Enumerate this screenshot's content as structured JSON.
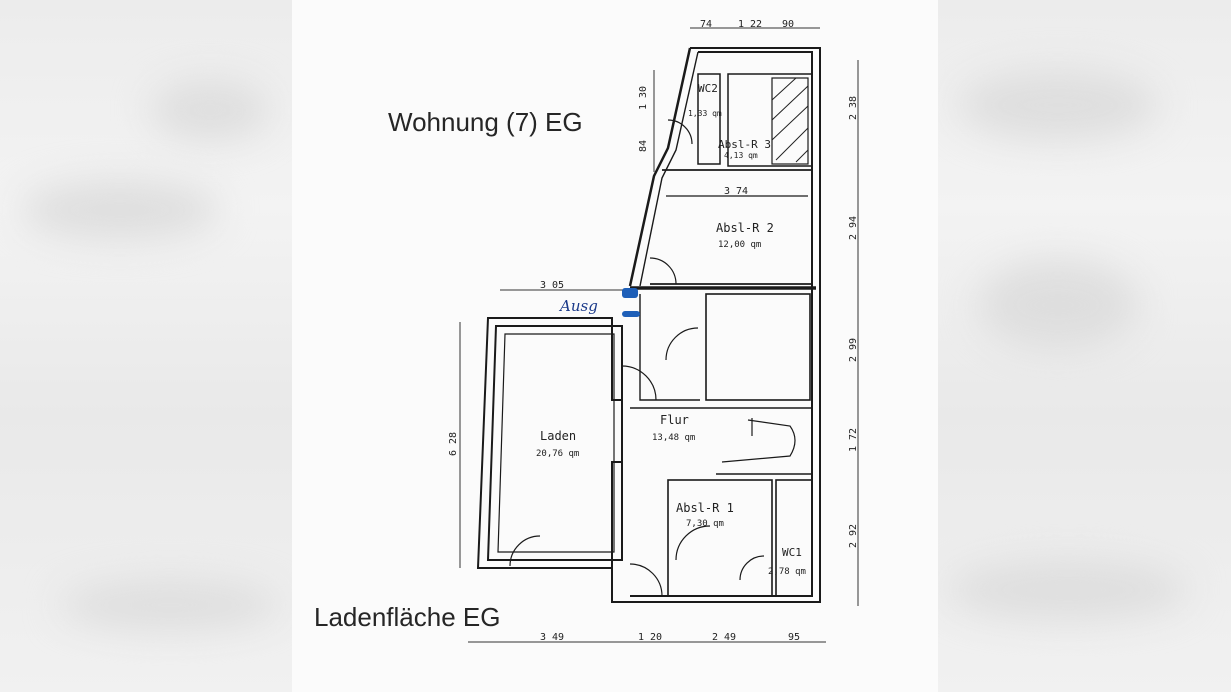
{
  "headings": {
    "apartment": "Wohnung (7) EG",
    "shop": "Ladenfläche EG"
  },
  "rooms": {
    "wc2": {
      "name": "WC2",
      "area": "1,33 qm"
    },
    "absr3": {
      "name": "Absl-R 3",
      "area": "4,13 qm"
    },
    "absr2": {
      "name": "Absl-R 2",
      "area": "12,00 qm"
    },
    "laden": {
      "name": "Laden",
      "area": "20,76 qm"
    },
    "flur": {
      "name": "Flur",
      "area": "13,48 qm"
    },
    "absr1": {
      "name": "Absl-R 1",
      "area": "7,30 qm"
    },
    "wc1": {
      "name": "WC1",
      "area": "2,78 qm"
    }
  },
  "dimensions": {
    "top": [
      "74",
      "1 22",
      "90"
    ],
    "bottom": [
      "3 49",
      "1 20",
      "2 49",
      "95"
    ],
    "right": [
      "2 38",
      "2 94",
      "2 99",
      "1 72",
      "2 92"
    ],
    "left_upper": [
      "1 30",
      "84"
    ],
    "left_laden": "6 28",
    "inner_absr2": "3 74",
    "corridor_width": "3 05"
  },
  "annotations": {
    "handwritten": "Ausg"
  }
}
